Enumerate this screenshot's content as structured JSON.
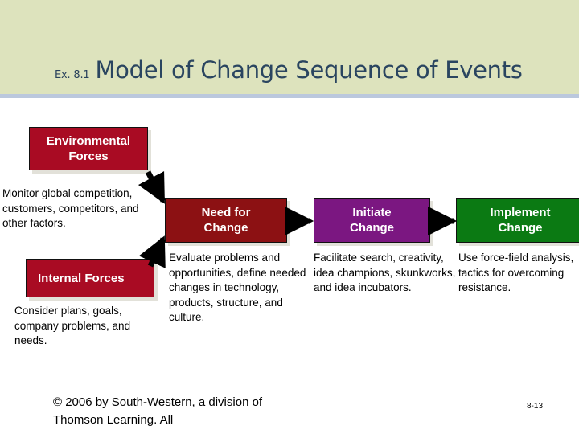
{
  "slide": {
    "header": {
      "exhibit_label": "Ex. 8.1",
      "title": "Model of Change Sequence of Events",
      "band_color": "#dde3bd",
      "rule_color": "#bbc8dd",
      "title_color": "#2a4560"
    },
    "boxes": [
      {
        "id": "environmental-forces",
        "label": "Environmental\nForces",
        "color": "#a90b23"
      },
      {
        "id": "internal-forces",
        "label": "Internal Forces",
        "color": "#a90b23"
      },
      {
        "id": "need-for-change",
        "label": "Need for\nChange",
        "color": "#8c1113"
      },
      {
        "id": "initiate-change",
        "label": "Initiate\nChange",
        "color": "#7b1781"
      },
      {
        "id": "implement-change",
        "label": "Implement\nChange",
        "color": "#0b7a13"
      }
    ],
    "descriptions": {
      "environmental_forces": "Monitor global competition, customers, competitors, and other factors.",
      "internal_forces": "Consider plans, goals, company problems, and needs.",
      "need_for_change": "Evaluate problems and opportunities, define needed changes in technology, products, structure, and culture.",
      "initiate_change": "Facilitate search, creativity, idea champions, skunkworks, and idea incubators.",
      "implement_change": "Use force-field analysis, tactics for overcoming resistance."
    },
    "footer": {
      "copyright": "© 2006 by South-Western, a division of Thomson Learning.  All",
      "page_number": "8-13"
    },
    "arrows": {
      "color": "#000000",
      "count": 4
    }
  }
}
